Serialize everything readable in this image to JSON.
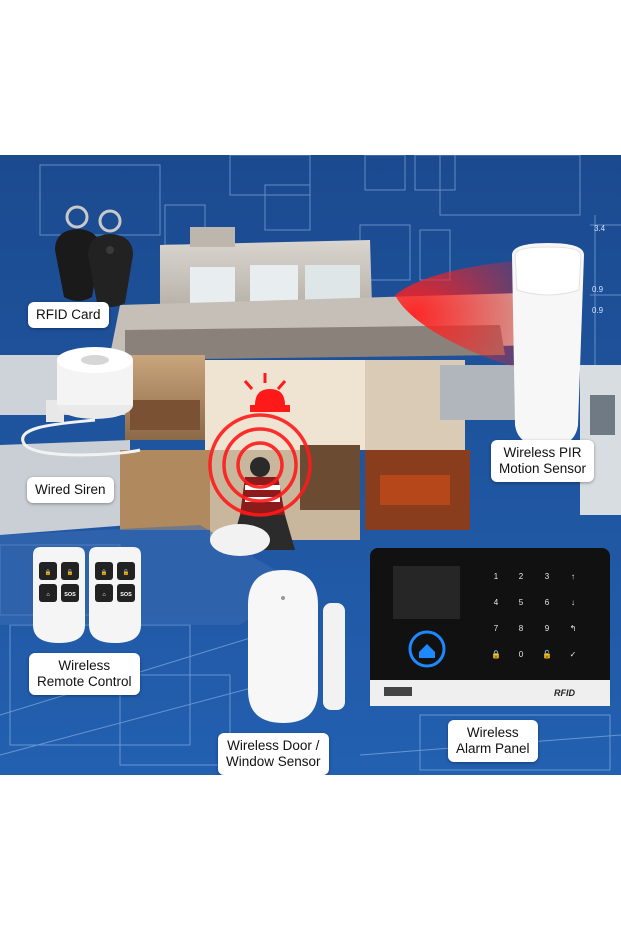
{
  "labels": {
    "rfid_card": "RFID Card",
    "wired_siren": "Wired Siren",
    "remote_line1": "Wireless",
    "remote_line2": "Remote Control",
    "pir_line1": "Wireless PIR",
    "pir_line2": "Motion Sensor",
    "door_line1": "Wireless Door /",
    "door_line2": "Window Sensor",
    "panel_line1": "Wireless",
    "panel_line2": "Alarm Panel"
  },
  "blueprint_dimensions": [
    "3.4",
    "0.9",
    "0.9"
  ],
  "keypad": [
    "1",
    "2",
    "3",
    "↑",
    "4",
    "5",
    "6",
    "↓",
    "7",
    "8",
    "9",
    "↰",
    "🔒",
    "0",
    "🔓",
    "✓"
  ],
  "fob_buttons": [
    "🔒",
    "🔓",
    "⌂",
    "SOS"
  ],
  "panel_brand": "RFID",
  "colors": {
    "blueprint": "#1d4f94",
    "alarm_red": "#e01818",
    "panel_black": "#111111",
    "home_button_blue": "#1e88ff"
  },
  "icons": [
    "rfid-tag-icon",
    "siren-icon",
    "remote-fob-icon",
    "pir-sensor-icon",
    "door-sensor-icon",
    "alarm-panel-icon",
    "beacon-icon",
    "home-icon"
  ]
}
